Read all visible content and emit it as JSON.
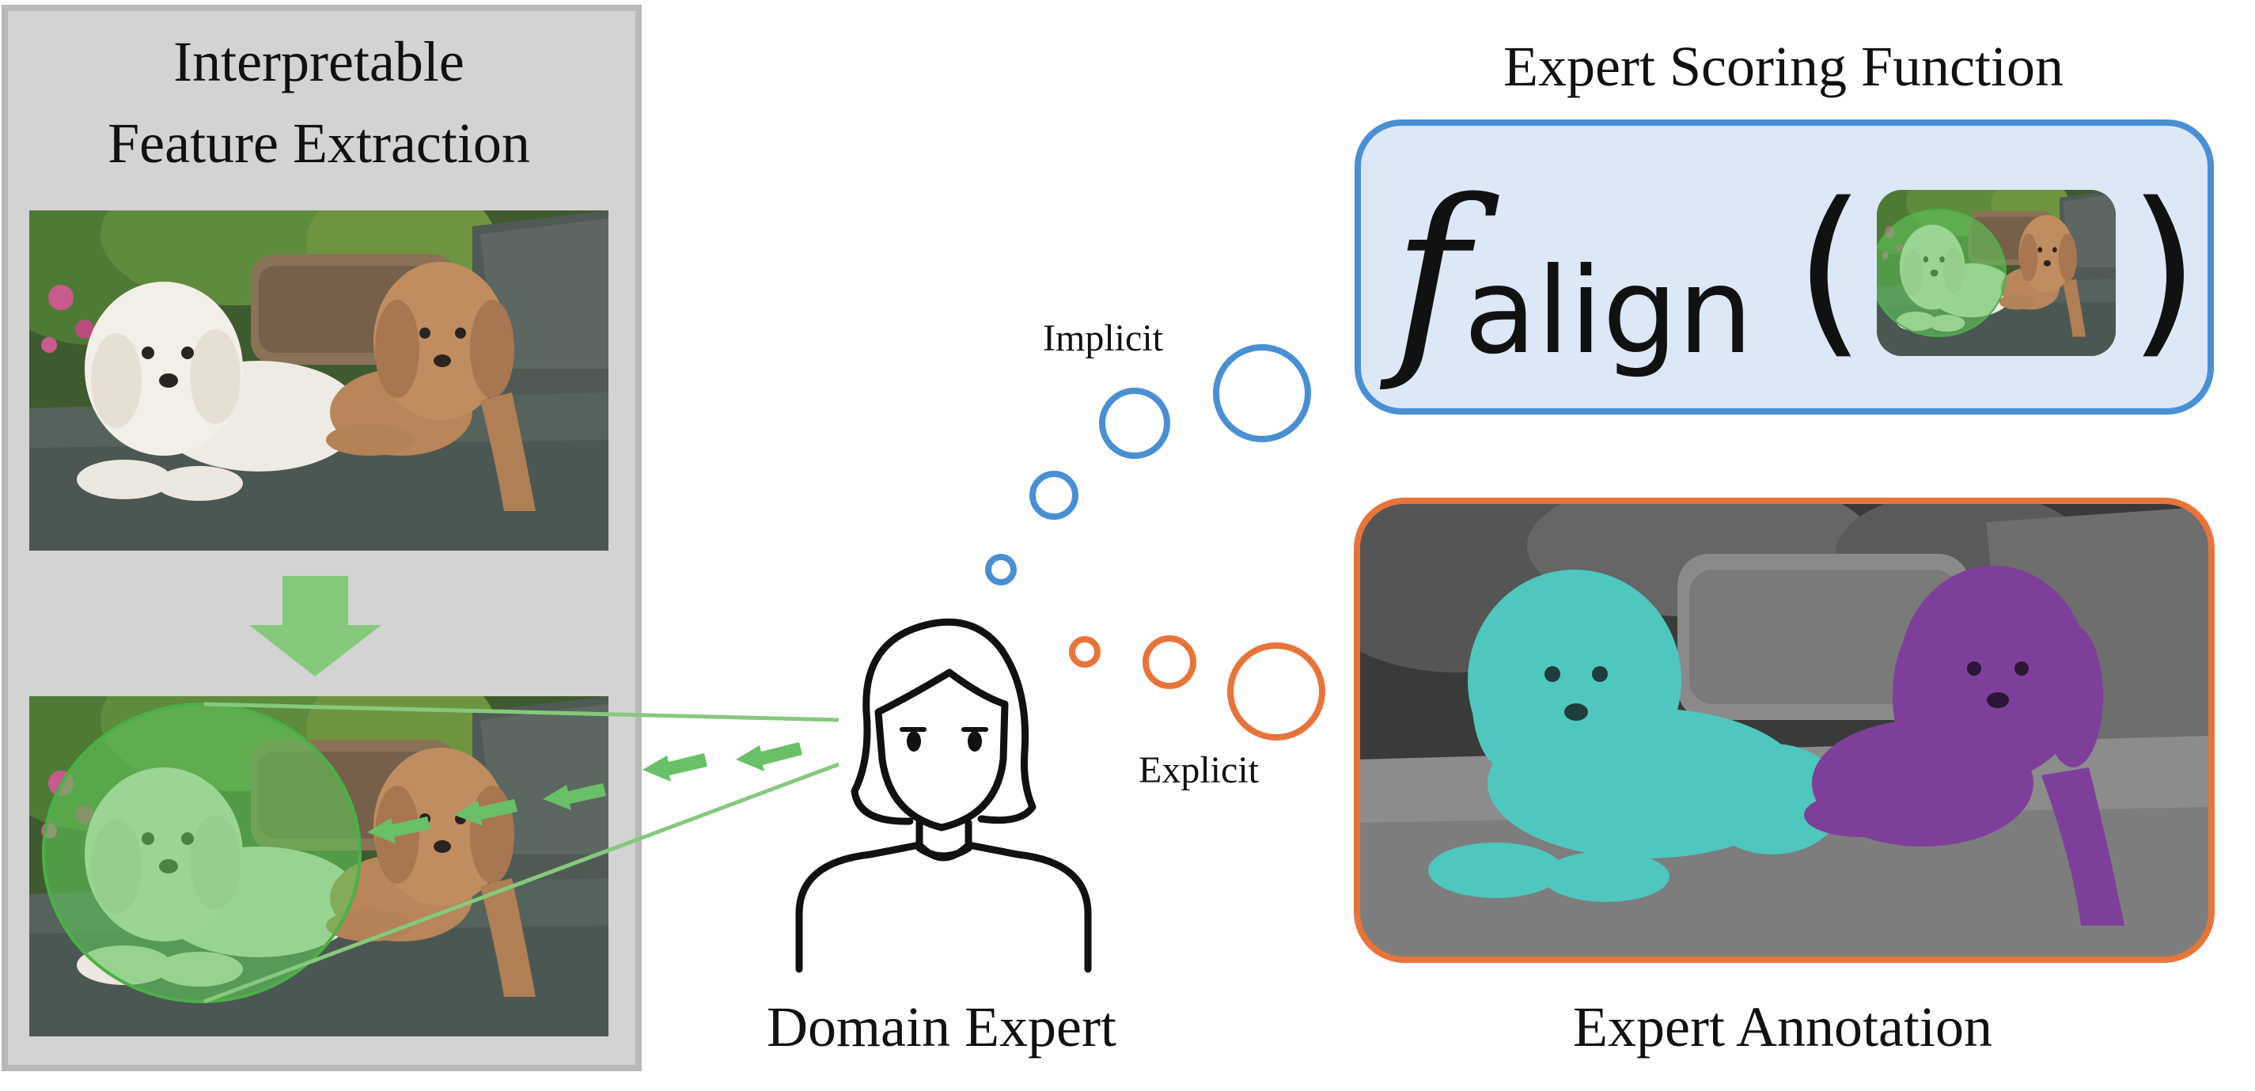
{
  "left_panel": {
    "title_line1": "Interpretable",
    "title_line2": "Feature Extraction"
  },
  "center": {
    "expert_label": "Domain Expert",
    "implicit_label": "Implicit",
    "explicit_label": "Explicit"
  },
  "right": {
    "scoring_title": "Expert Scoring Function",
    "function_symbol": "f",
    "function_subscript": "align",
    "open_paren": "(",
    "close_paren": ")",
    "annotation_title": "Expert Annotation"
  },
  "colors": {
    "implicit_blue": "#4a8fd4",
    "explicit_orange": "#e8743b",
    "feature_green": "#6abf69",
    "panel_gray": "#d3d3d3",
    "panel_gray_border": "#b9b9b9",
    "scoring_bg": "#dce8f5",
    "mask_teal": "#4fc7be",
    "mask_purple": "#7e3f9a"
  }
}
